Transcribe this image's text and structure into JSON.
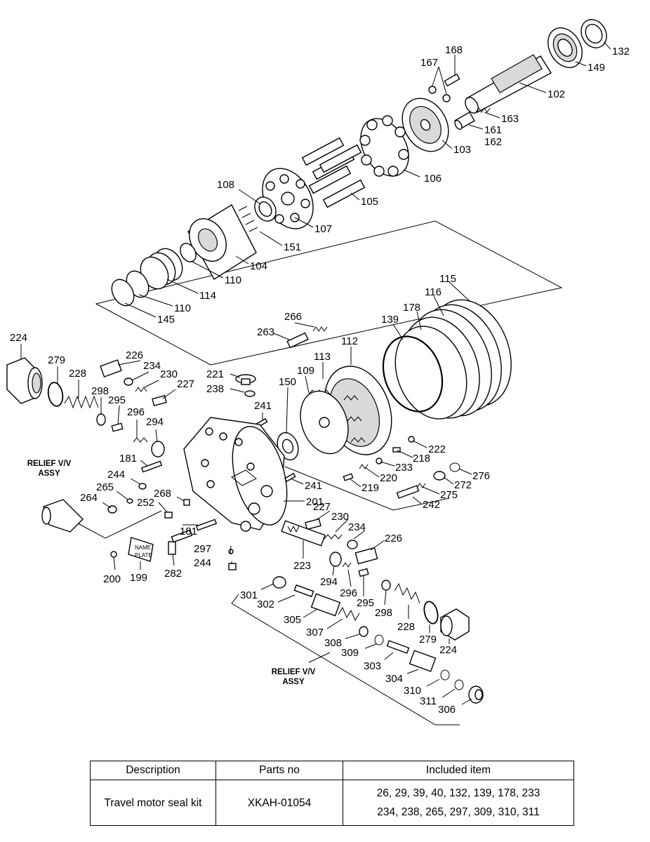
{
  "diagram": {
    "part_numbers": [
      "132",
      "149",
      "168",
      "167",
      "102",
      "163",
      "161",
      "162",
      "103",
      "106",
      "105",
      "108",
      "107",
      "151",
      "104",
      "110",
      "114",
      "110",
      "145",
      "266",
      "263",
      "115",
      "116",
      "178",
      "139",
      "112",
      "113",
      "109",
      "150",
      "221",
      "238",
      "241",
      "224",
      "279",
      "228",
      "226",
      "234",
      "230",
      "227",
      "298",
      "295",
      "296",
      "294",
      "181",
      "244",
      "265",
      "264",
      "268",
      "252",
      "181",
      "241",
      "201",
      "222",
      "218",
      "233",
      "220",
      "219",
      "276",
      "272",
      "275",
      "242",
      "227",
      "230",
      "234",
      "226",
      "297",
      "244",
      "282",
      "199",
      "200",
      "223",
      "294",
      "296",
      "295",
      "301",
      "302",
      "298",
      "228",
      "279",
      "224",
      "305",
      "307",
      "308",
      "309",
      "303",
      "304",
      "310",
      "311",
      "306"
    ],
    "notes": [
      {
        "lines": [
          "RELIEF V/V",
          "ASSY"
        ]
      },
      {
        "lines": [
          "RELIEF V/V",
          "ASSY"
        ]
      }
    ],
    "name_plate": [
      "NAME",
      "PLATE"
    ]
  },
  "table": {
    "headers": [
      "Description",
      "Parts no",
      "Included item"
    ],
    "rows": [
      {
        "description": "Travel motor seal kit",
        "parts_no": "XKAH-01054",
        "included_line1": "26, 29, 39, 40, 132, 139, 178, 233",
        "included_line2": "234, 238, 265, 297, 309, 310, 311"
      }
    ]
  }
}
